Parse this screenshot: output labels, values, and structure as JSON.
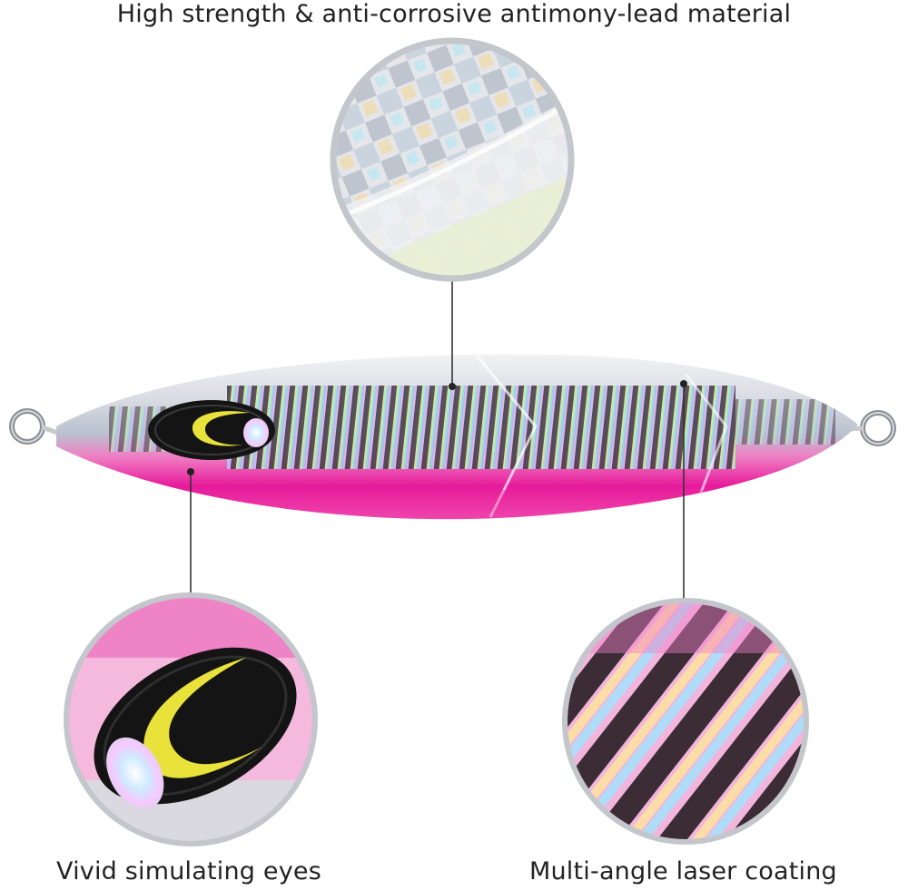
{
  "captions": {
    "material": "High strength & anti-corrosive antimony-lead material",
    "eyes": "Vivid simulating eyes",
    "coating": "Multi-angle laser coating"
  },
  "colors": {
    "body_pink": "#e8179a",
    "body_silver": "#d9dde4",
    "eye_yellow": "#e9e23a",
    "eye_black": "#141414"
  }
}
